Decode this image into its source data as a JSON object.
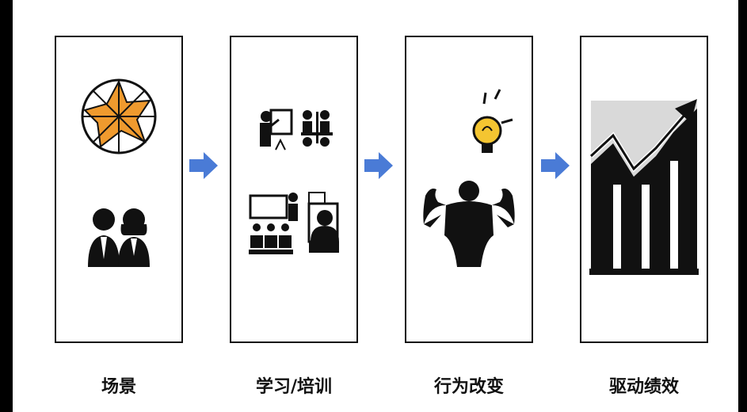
{
  "steps": [
    {
      "label": "场景"
    },
    {
      "label": "学习/培训"
    },
    {
      "label": "行为改变"
    },
    {
      "label": "驱动绩效"
    }
  ],
  "colors": {
    "accent_orange": "#ef9a2e",
    "arrow_blue": "#4a7bd6",
    "icon_black": "#111111",
    "bulb_yellow": "#f4c531",
    "chart_gray": "#d9d9d9"
  }
}
